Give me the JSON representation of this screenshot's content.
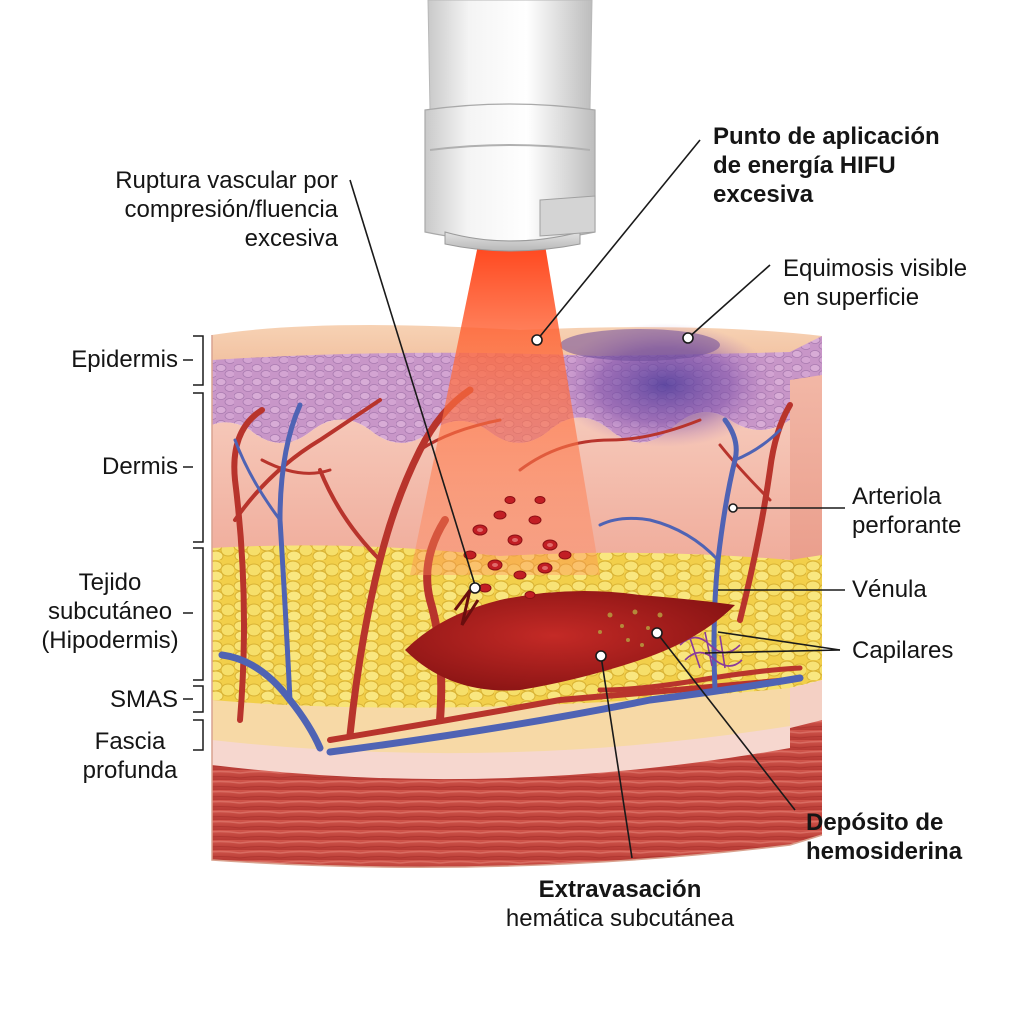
{
  "labels": {
    "rupture": [
      "Ruptura vascular por",
      "compresión/fluencia",
      "excesiva"
    ],
    "hifu_point": [
      "Punto de aplicación",
      "de energía HIFU",
      "excesiva"
    ],
    "ecchymosis": [
      "Equimosis visible",
      "en superficie"
    ],
    "epidermis": "Epidermis",
    "dermis": "Dermis",
    "subcutaneous": [
      "Tejido",
      "subcutáneo",
      "(Hipodermis)"
    ],
    "smas": "SMAS",
    "deep_fascia": [
      "Fascia",
      "profunda"
    ],
    "arteriole": [
      "Arteriola",
      "perforante"
    ],
    "venule": "Vénula",
    "capillaries": "Capilares",
    "hemosiderin": [
      "Depósito de",
      "hemosiderina"
    ],
    "extravasation_bold": "Extravasación",
    "extravasation": "hemática subcutánea"
  },
  "colors": {
    "epidermis": "#c99ac6",
    "dermis": "#f2b9a9",
    "fat": "#f4da5c",
    "muscle": "#c9443e",
    "artery": "#b8342c",
    "vein": "#4f63b4",
    "hematoma": "#a51c1c",
    "hifu_beam": "#ff4a1e",
    "bruise": "#6b4a9e"
  },
  "icons": [
    "hifu-transducer-icon",
    "red-blood-cell-icon"
  ]
}
